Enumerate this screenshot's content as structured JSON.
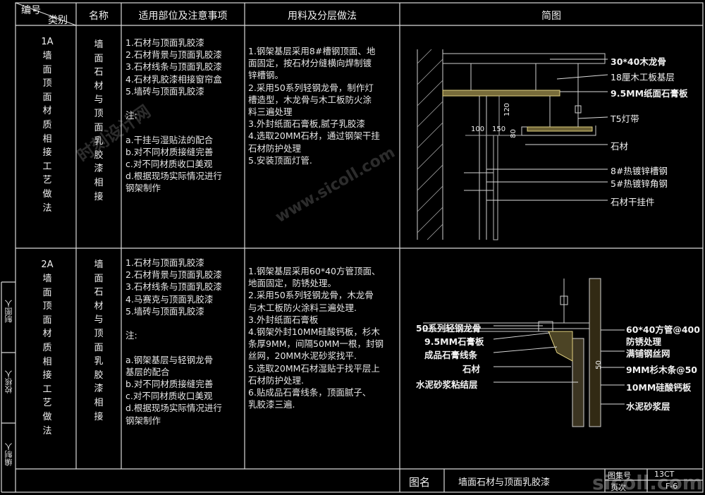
{
  "header": {
    "code": "编号",
    "category": "类别",
    "name": "名称",
    "scope": "适用部位及注意事项",
    "method": "用料及分层做法",
    "sketch": "简图"
  },
  "rows": [
    {
      "id": "1A",
      "category": "墙面顶面材质相接工艺做法",
      "name": "墙面石材与顶面乳胶漆相接",
      "scope": "1.石材与顶面乳胶漆\n2.石材背景与顶面乳胶漆\n3.石材线条与顶面乳胶漆\n4.石材乳胶漆相接窗帘盒\n5.墙砖与顶面乳胶漆\n\n注:\n\na.干挂与湿贴法的配合\nb.对不同材质接缝完善\nc.对不同材质收口美观\nd.根据现场实际情况进行\n   钢架制作",
      "method": "1.钢架基层采用8#槽钢顶面、地\n面固定，按石材分缝横向焊制镀\n锌槽钢。\n2.采用50系列轻钢龙骨，制作灯\n槽造型，木龙骨与木工板防火涂\n料三遍处理\n3.外封纸面石膏板,腻子乳胶漆\n4.选取20MM石材，通过钢架干挂\n石材防护处理\n5.安装顶面灯管."
    },
    {
      "id": "2A",
      "category": "墙面顶面材质相接工艺做法",
      "name": "墙面石材与顶面乳胶漆相接",
      "scope": "1.石材与顶面乳胶漆\n2.石材背景与顶面乳胶漆\n3.石材线条与顶面乳胶漆\n4.马赛克与顶面乳胶漆\n5.墙砖与顶面乳胶漆\n\n注:\n\na.钢架基层与轻钢龙骨\n基层的配合\nb.对不同材质接缝完善\nc.对不同材质收口美观\nd.根据现场实际情况进行\n   钢架制作",
      "method": "1.钢架基层采用60*40方管顶面、\n地面固定，防锈处理。\n2.采用50系列轻钢龙骨，木龙骨\n与木工板防火涂料三遍处理.\n3.外封纸面石膏板\n4.钢架外封10MM硅酸钙板，杉木\n条厚9MM，间隔50MM一根，封钢\n丝网，20MM水泥砂浆找平.\n5.选取20MM石材湿贴于找平层上\n石材防护处理.\n6.贴成品石膏线条，顶面腻子、\n乳胶漆三遍."
    }
  ],
  "diagram1": {
    "labels": [
      "30*40木龙骨",
      "18厘木工板基层",
      "9.5MM纸面石膏板",
      "T5灯带",
      "石材",
      "8#热镀锌槽钢",
      "5#热镀锌角钢",
      "石材干挂件"
    ],
    "dims": [
      "120",
      "100",
      "150",
      "80"
    ]
  },
  "diagram2": {
    "left_labels": [
      "50系列轻钢龙骨",
      "9.5MM石膏板",
      "成品石膏线条",
      "石材",
      "水泥砂浆粘结层"
    ],
    "right_labels": [
      "60*40方管@400",
      "防锈处理",
      "满铺钢丝网",
      "9MM杉木条@50",
      "10MM硅酸钙板",
      "水泥砂浆层"
    ],
    "dims": [
      "50"
    ]
  },
  "sidebar": [
    "制图人",
    "校核人",
    "编制人"
  ],
  "footer": {
    "drawing_name_label": "图名",
    "drawing_name": "墙面石材与顶面乳胶漆",
    "atlas_label": "图集号",
    "atlas": "13CT",
    "page_label": "页次",
    "page": "F-6"
  },
  "watermarks": [
    "时刻设计网",
    "www.sicoll.com",
    "sicoll.com"
  ]
}
